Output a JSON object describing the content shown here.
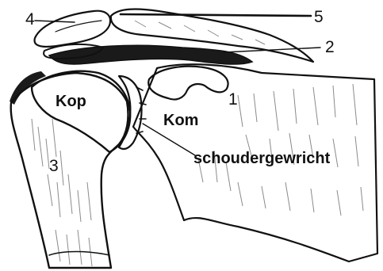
{
  "labels": {
    "l1": "1",
    "l2": "2",
    "l3": "3",
    "l4": "4",
    "l5": "5",
    "kop": "Kop",
    "kom": "Kom",
    "schoudergewricht": "schoudergewricht"
  },
  "colors": {
    "ink": "#111111",
    "bone_fill": "#ffffff",
    "shade": "#9a9a9a",
    "dark_gap": "#1a1a1a"
  }
}
